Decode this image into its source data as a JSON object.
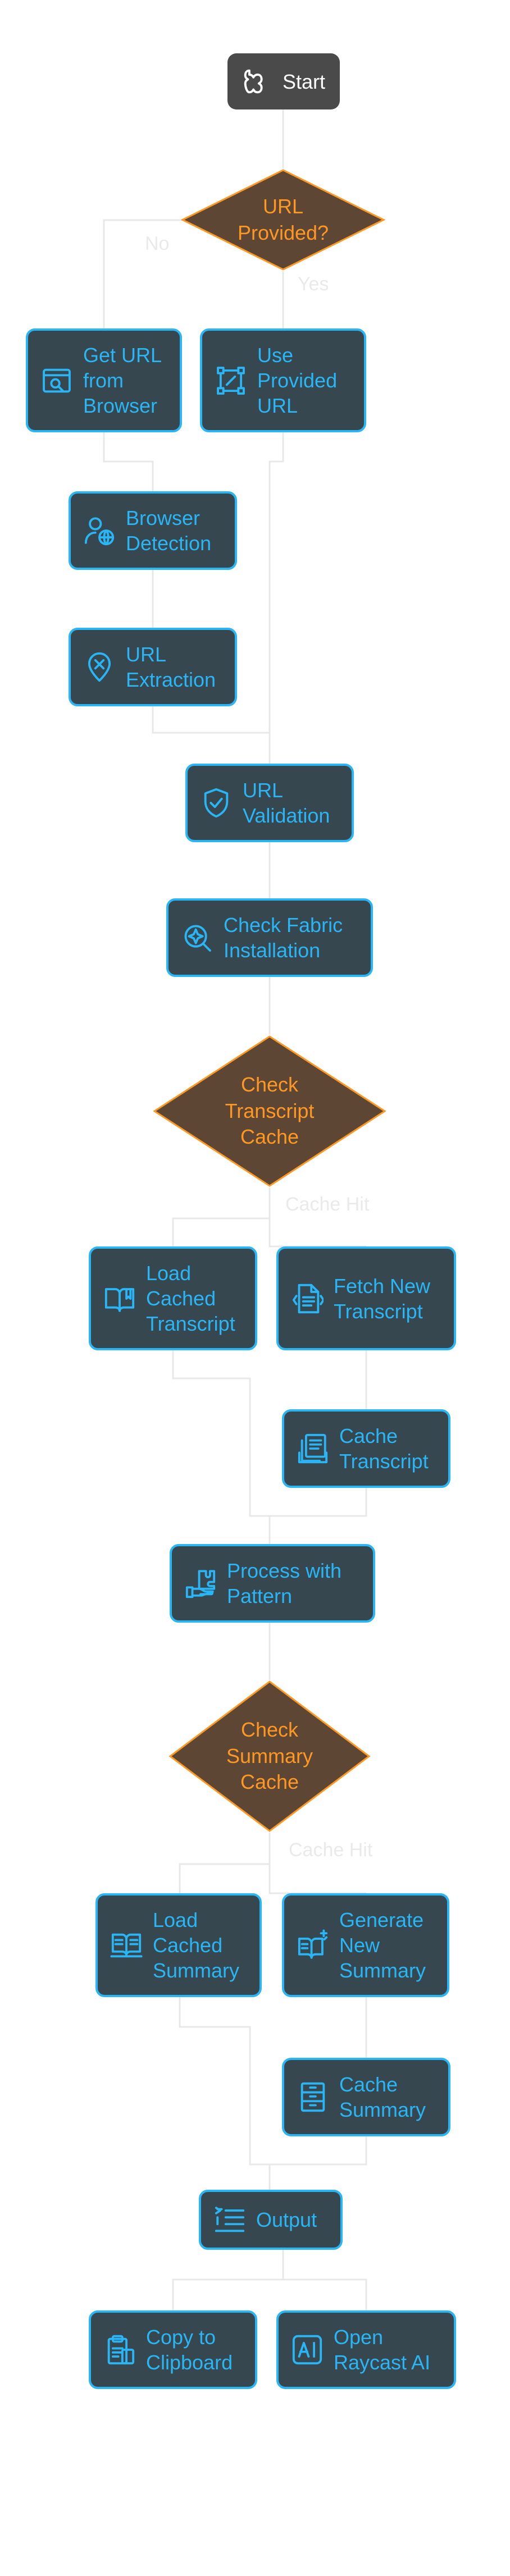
{
  "nodes": {
    "start": "Start",
    "url_provided": "URL\nProvided?",
    "get_url": "Get URL\nfrom\nBrowser",
    "use_provided": "Use\nProvided\nURL",
    "browser_detection": "Browser\nDetection",
    "url_extraction": "URL\nExtraction",
    "url_validation": "URL\nValidation",
    "check_fabric": "Check Fabric\nInstallation",
    "check_transcript_cache": "Check\nTranscript\nCache",
    "load_cached_transcript": "Load\nCached\nTranscript",
    "fetch_new_transcript": "Fetch New\nTranscript",
    "cache_transcript": "Cache\nTranscript",
    "process_pattern": "Process with\nPattern",
    "check_summary_cache": "Check\nSummary\nCache",
    "load_cached_summary": "Load\nCached\nSummary",
    "generate_summary": "Generate\nNew\nSummary",
    "cache_summary": "Cache\nSummary",
    "output": "Output",
    "copy_clipboard": "Copy to\nClipboard",
    "open_raycast": "Open\nRaycast AI"
  },
  "edge_labels": {
    "no": "No",
    "yes": "Yes",
    "cache_hit_transcript": "Cache Hit",
    "cache_hit_summary": "Cache Hit"
  },
  "colors": {
    "node_fill": "#37474f",
    "node_border": "#29b6f6",
    "decision_fill": "#5d4634",
    "decision_text": "#ff9822",
    "start_fill": "#4a4a4a",
    "edge": "#e8e8e8"
  },
  "icons": {
    "start": "shapes-icon",
    "get_url": "browser-search-icon",
    "use_provided": "bezier-link-icon",
    "browser_detection": "user-globe-icon",
    "url_extraction": "location-pin-icon",
    "url_validation": "shield-check-icon",
    "check_fabric": "gear-search-icon",
    "load_cached_transcript": "book-icon",
    "fetch_new_transcript": "file-code-icon",
    "cache_transcript": "files-stack-icon",
    "process_pattern": "hand-puzzle-icon",
    "load_cached_summary": "open-book-icon",
    "generate_summary": "book-sparkle-icon",
    "cache_summary": "cabinet-icon",
    "output": "indent-list-icon",
    "copy_clipboard": "clipboard-icon",
    "open_raycast": "ai-box-icon"
  }
}
